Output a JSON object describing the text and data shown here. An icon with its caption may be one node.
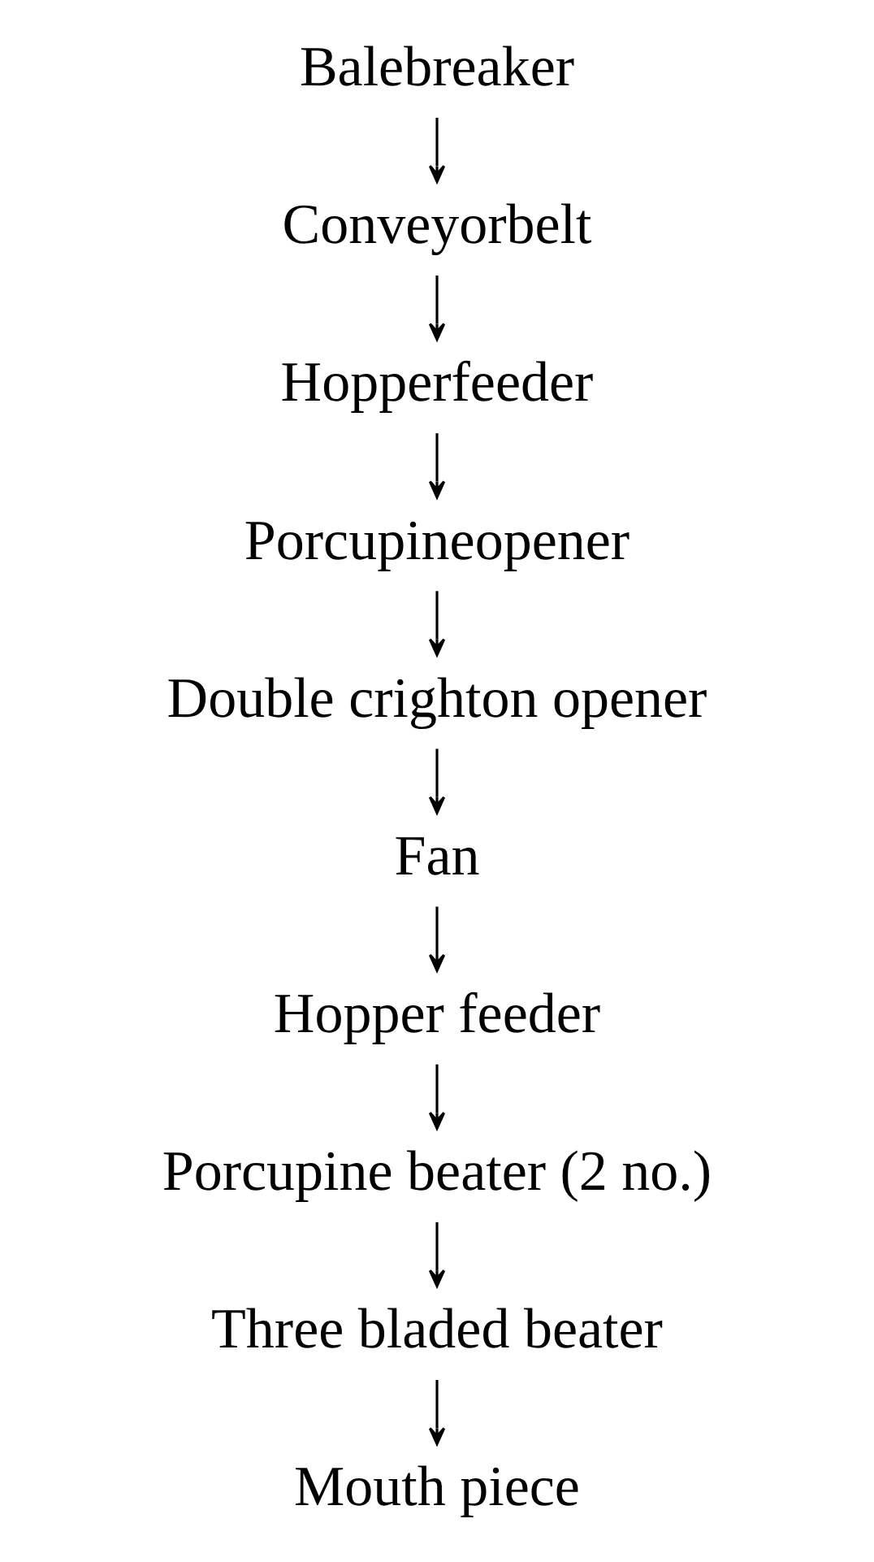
{
  "diagram": {
    "nodes": [
      {
        "text": [
          "Balebreaker"
        ]
      },
      {
        "text": [
          "Conveyorbelt"
        ]
      },
      {
        "text": [
          "Hopperfeeder"
        ]
      },
      {
        "text": [
          "Porcupineopener"
        ]
      },
      {
        "text": [
          "Double crighton opener"
        ]
      },
      {
        "text": [
          "Fan"
        ]
      },
      {
        "text": [
          "Hopper feeder"
        ]
      },
      {
        "text": [
          "Porcupine beater (2 no.)"
        ]
      },
      {
        "text": [
          "Three bladed beater"
        ]
      },
      {
        "text": [
          "Mouth piece"
        ]
      }
    ],
    "edges": [
      {
        "from": 0,
        "to": 1,
        "arrow": "to"
      },
      {
        "from": 1,
        "to": 2,
        "arrow": "to"
      },
      {
        "from": 2,
        "to": 3,
        "arrow": "to"
      },
      {
        "from": 3,
        "to": 4,
        "arrow": "to"
      },
      {
        "from": 4,
        "to": 5,
        "arrow": "to"
      },
      {
        "from": 5,
        "to": 6,
        "arrow": "to"
      },
      {
        "from": 6,
        "to": 7,
        "arrow": "to"
      },
      {
        "from": 7,
        "to": 8,
        "arrow": "to"
      },
      {
        "from": 8,
        "to": 9,
        "arrow": "to"
      }
    ]
  }
}
